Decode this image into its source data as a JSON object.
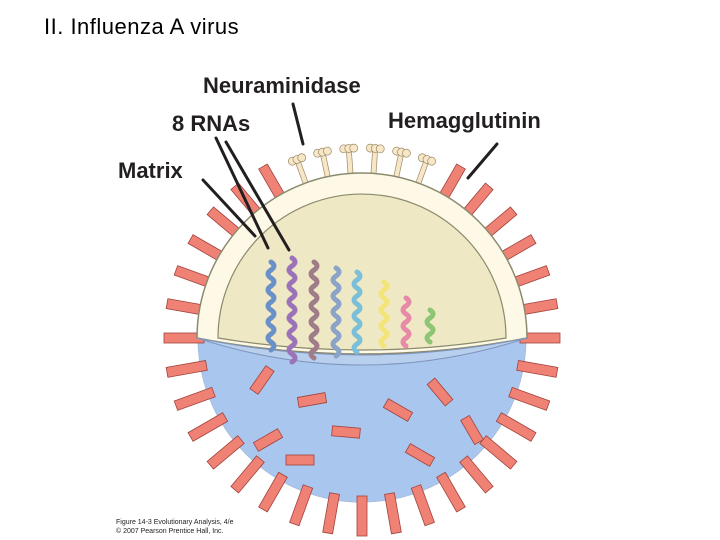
{
  "slide": {
    "title": "II. Influenza A virus"
  },
  "labels": {
    "neuraminidase": "Neuraminidase",
    "rnas": "8 RNAs",
    "hemagglutinin": "Hemagglutinin",
    "matrix": "Matrix"
  },
  "caption": {
    "line1": "Figure 14-3  Evolutionary Analysis, 4/e",
    "line2": "© 2007 Pearson Prentice Hall, Inc."
  },
  "colors": {
    "envelope": "#dfe8f6",
    "envelope_lower": "#a9c6ee",
    "matrix": "#fdf9e6",
    "core": "#eee9c4",
    "spike": "#ef8175",
    "spike_stroke": "#a1433d",
    "stalk": "#f7e7c6",
    "rna": [
      "#6b8fc9",
      "#9b73b8",
      "#9f7c88",
      "#8aa4c8",
      "#7bbfd9",
      "#f3e47a",
      "#e989a8",
      "#8dc574"
    ]
  }
}
